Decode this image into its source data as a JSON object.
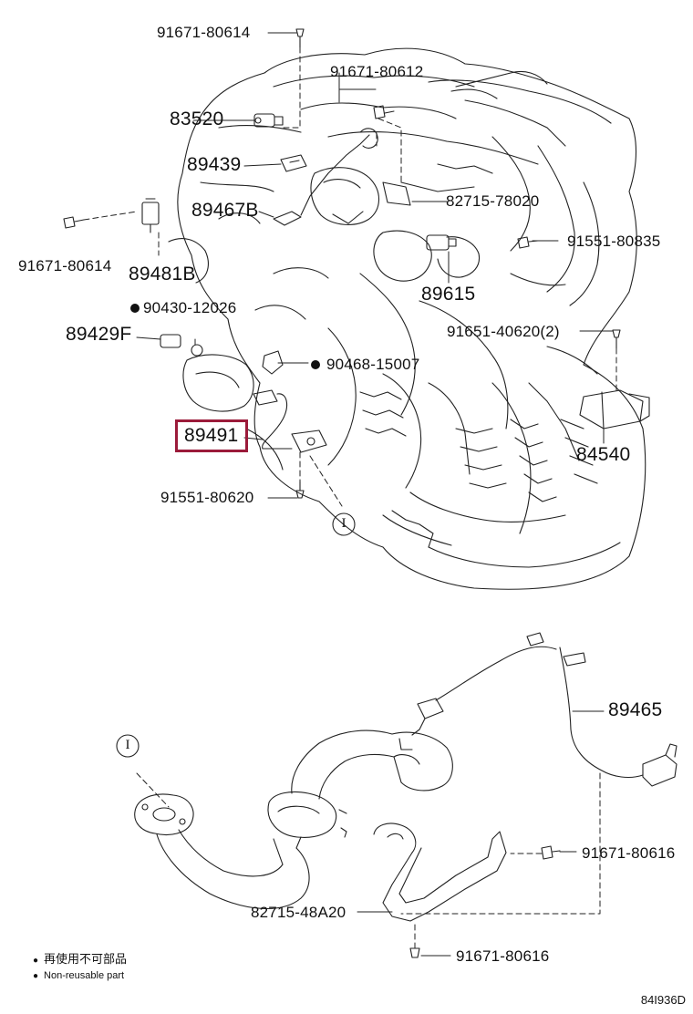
{
  "labels": {
    "p91671_80614_top": "91671-80614",
    "p91671_80612": "91671-80612",
    "p83520": "83520",
    "p89439": "89439",
    "p89467b": "89467B",
    "p82715_78020": "82715-78020",
    "p91551_80835": "91551-80835",
    "p91671_80614_left": "91671-80614",
    "p89481b": "89481B",
    "p89615": "89615",
    "p90430_12026": "90430-12026",
    "p89429f": "89429F",
    "p91651_40620": "91651-40620(2)",
    "p90468_15007": "90468-15007",
    "p89491": "89491",
    "p84540": "84540",
    "p91551_80620": "91551-80620",
    "p89465": "89465",
    "p91671_80616_a": "91671-80616",
    "p82715_48a20": "82715-48A20",
    "p91671_80616_b": "91671-80616"
  },
  "callout_ref": "I",
  "legend": {
    "line1": "再使用不可部品",
    "line2": "Non-reusable part"
  },
  "diagram_code": "84I936D",
  "colors": {
    "highlight": "#9b1b3a",
    "line": "#222222"
  }
}
